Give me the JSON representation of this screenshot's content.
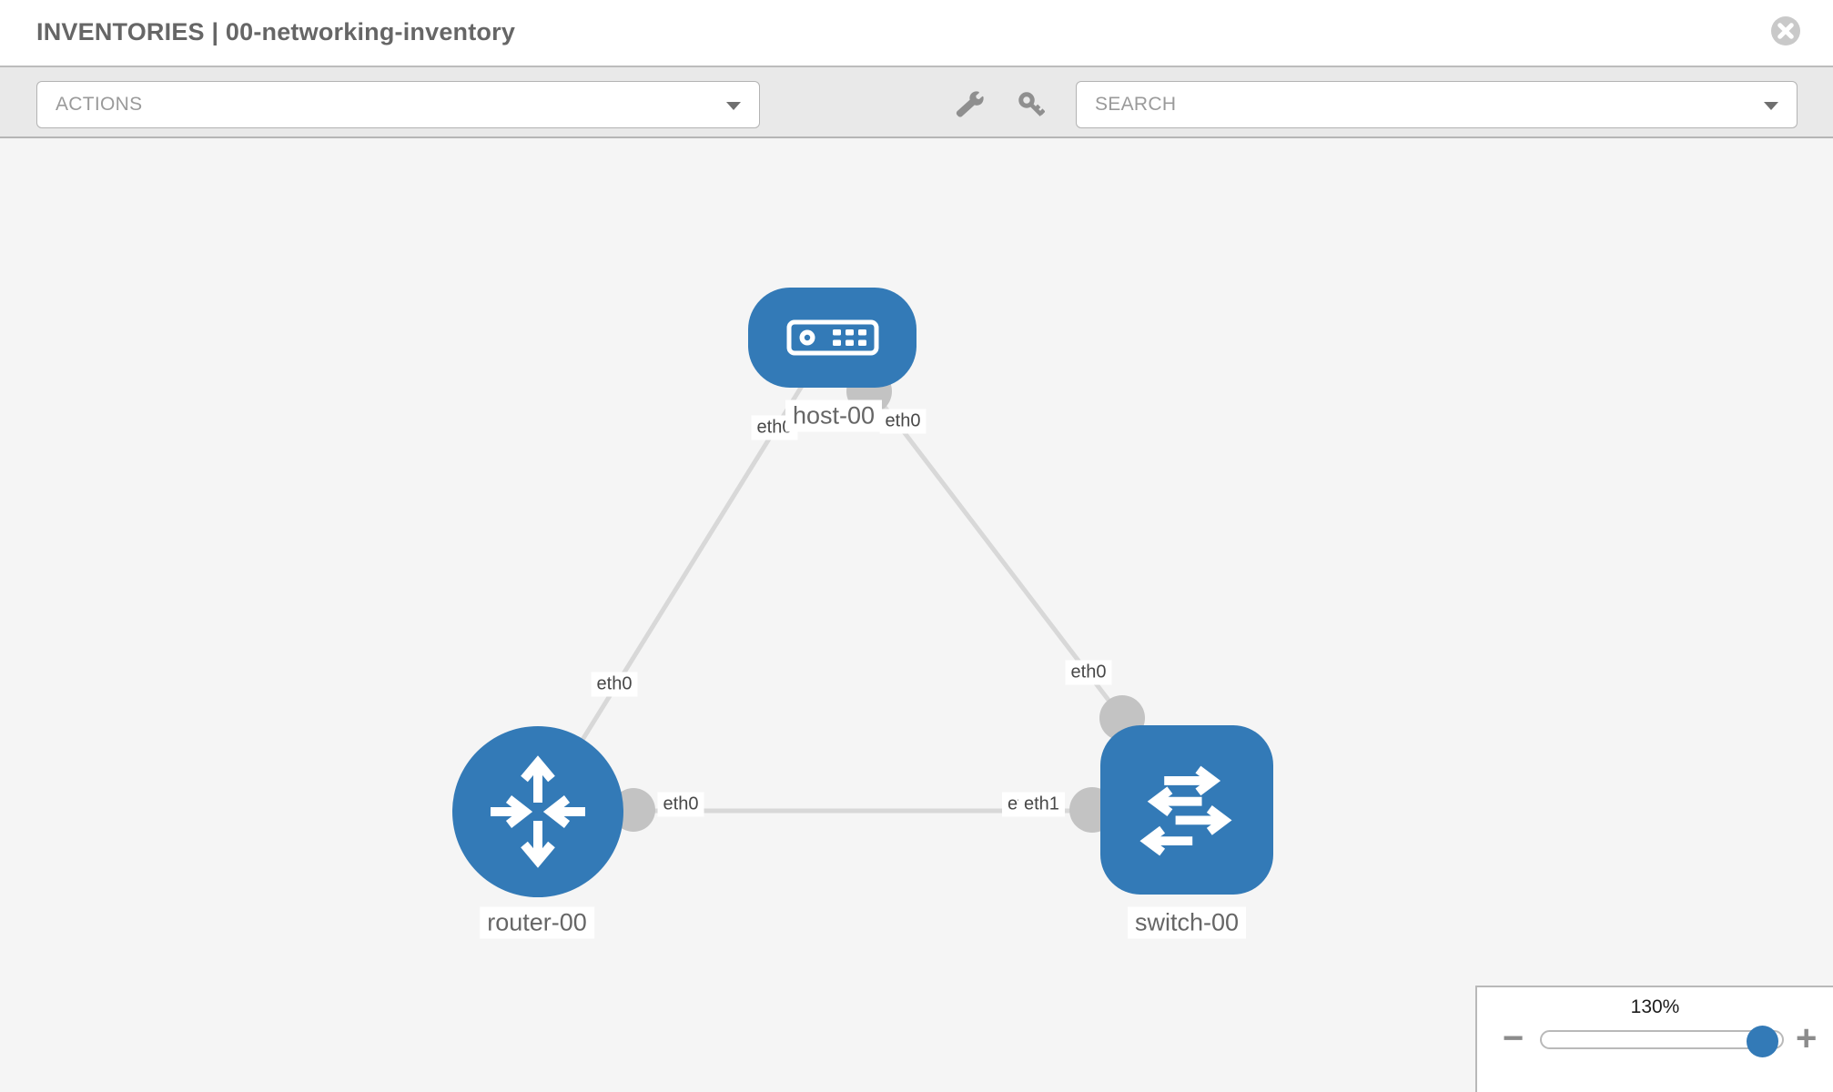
{
  "header": {
    "title": "INVENTORIES | 00-networking-inventory"
  },
  "toolbar": {
    "actions_label": "ACTIONS",
    "search_label": "SEARCH"
  },
  "icons": {
    "close": "circle-x",
    "actions_chevron": "chevron-down",
    "search_chevron": "chevron-down",
    "wrench": "wrench",
    "key": "key",
    "zoom_out": "minus",
    "zoom_in": "plus"
  },
  "topology": {
    "nodes": [
      {
        "id": "host-00",
        "type": "host",
        "label": "host-00"
      },
      {
        "id": "router-00",
        "type": "router",
        "label": "router-00"
      },
      {
        "id": "switch-00",
        "type": "switch",
        "label": "switch-00"
      }
    ],
    "interfaces": [
      {
        "text": "eth0",
        "node": "host-00",
        "position": "below-left"
      },
      {
        "text": "eth0",
        "node": "host-00",
        "position": "below-right"
      },
      {
        "text": "eth0",
        "node": "router-00",
        "position": "above"
      },
      {
        "text": "eth0",
        "node": "switch-00",
        "position": "above"
      },
      {
        "text": "eth0",
        "node": "router-00",
        "position": "right"
      },
      {
        "text": "eth0",
        "node": "switch-00",
        "position": "left-back"
      },
      {
        "text": "eth1",
        "node": "switch-00",
        "position": "left"
      }
    ],
    "links": [
      {
        "from": "host-00",
        "from_iface": "eth0",
        "to": "router-00",
        "to_iface": "eth0"
      },
      {
        "from": "host-00",
        "from_iface": "eth0",
        "to": "switch-00",
        "to_iface": "eth0"
      },
      {
        "from": "router-00",
        "from_iface": "eth0",
        "to": "switch-00",
        "to_iface": "eth1"
      }
    ]
  },
  "zoom_panel": {
    "level": "130%",
    "minus_label": "−",
    "plus_label": "+"
  },
  "colors": {
    "node_blue": "#337ab7",
    "link_gray": "#d8d8d8",
    "port_gray": "#c3c3c3",
    "toolbar_bg": "#e9e9e9",
    "canvas_bg": "#f5f5f5"
  }
}
